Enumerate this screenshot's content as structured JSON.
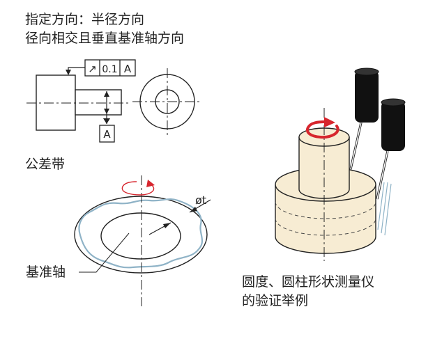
{
  "header": {
    "line1": "指定方向：半径方向",
    "line2": "径向相交且垂直基准轴方向"
  },
  "drawing": {
    "fcf_symbol": "↗",
    "fcf_value": "0.1",
    "fcf_datum": "A",
    "datum_letter": "A"
  },
  "zone": {
    "label": "公差带",
    "width_symbol": "øt",
    "axis_label": "基准轴"
  },
  "instrument": {
    "caption_line1": "圆度、圆柱形状测量仪",
    "caption_line2": "的验证举例"
  },
  "colors": {
    "line": "#222222",
    "profile": "#8fb3c7",
    "accent": "#d7262e",
    "body": "#f7ecd3",
    "probe": "#111111"
  }
}
